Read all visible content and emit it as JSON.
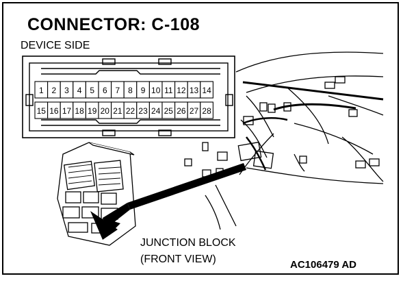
{
  "title": "CONNECTOR: C-108",
  "subtitle": "DEVICE SIDE",
  "pins_row1": [
    "1",
    "2",
    "3",
    "4",
    "5",
    "6",
    "7",
    "8",
    "9",
    "10",
    "11",
    "12",
    "13",
    "14"
  ],
  "pins_row2": [
    "15",
    "16",
    "17",
    "18",
    "19",
    "20",
    "21",
    "22",
    "23",
    "24",
    "25",
    "26",
    "27",
    "28"
  ],
  "caption_line1": "JUNCTION BLOCK",
  "caption_line2": "(FRONT VIEW)",
  "figure_code": "AC106479 AD"
}
